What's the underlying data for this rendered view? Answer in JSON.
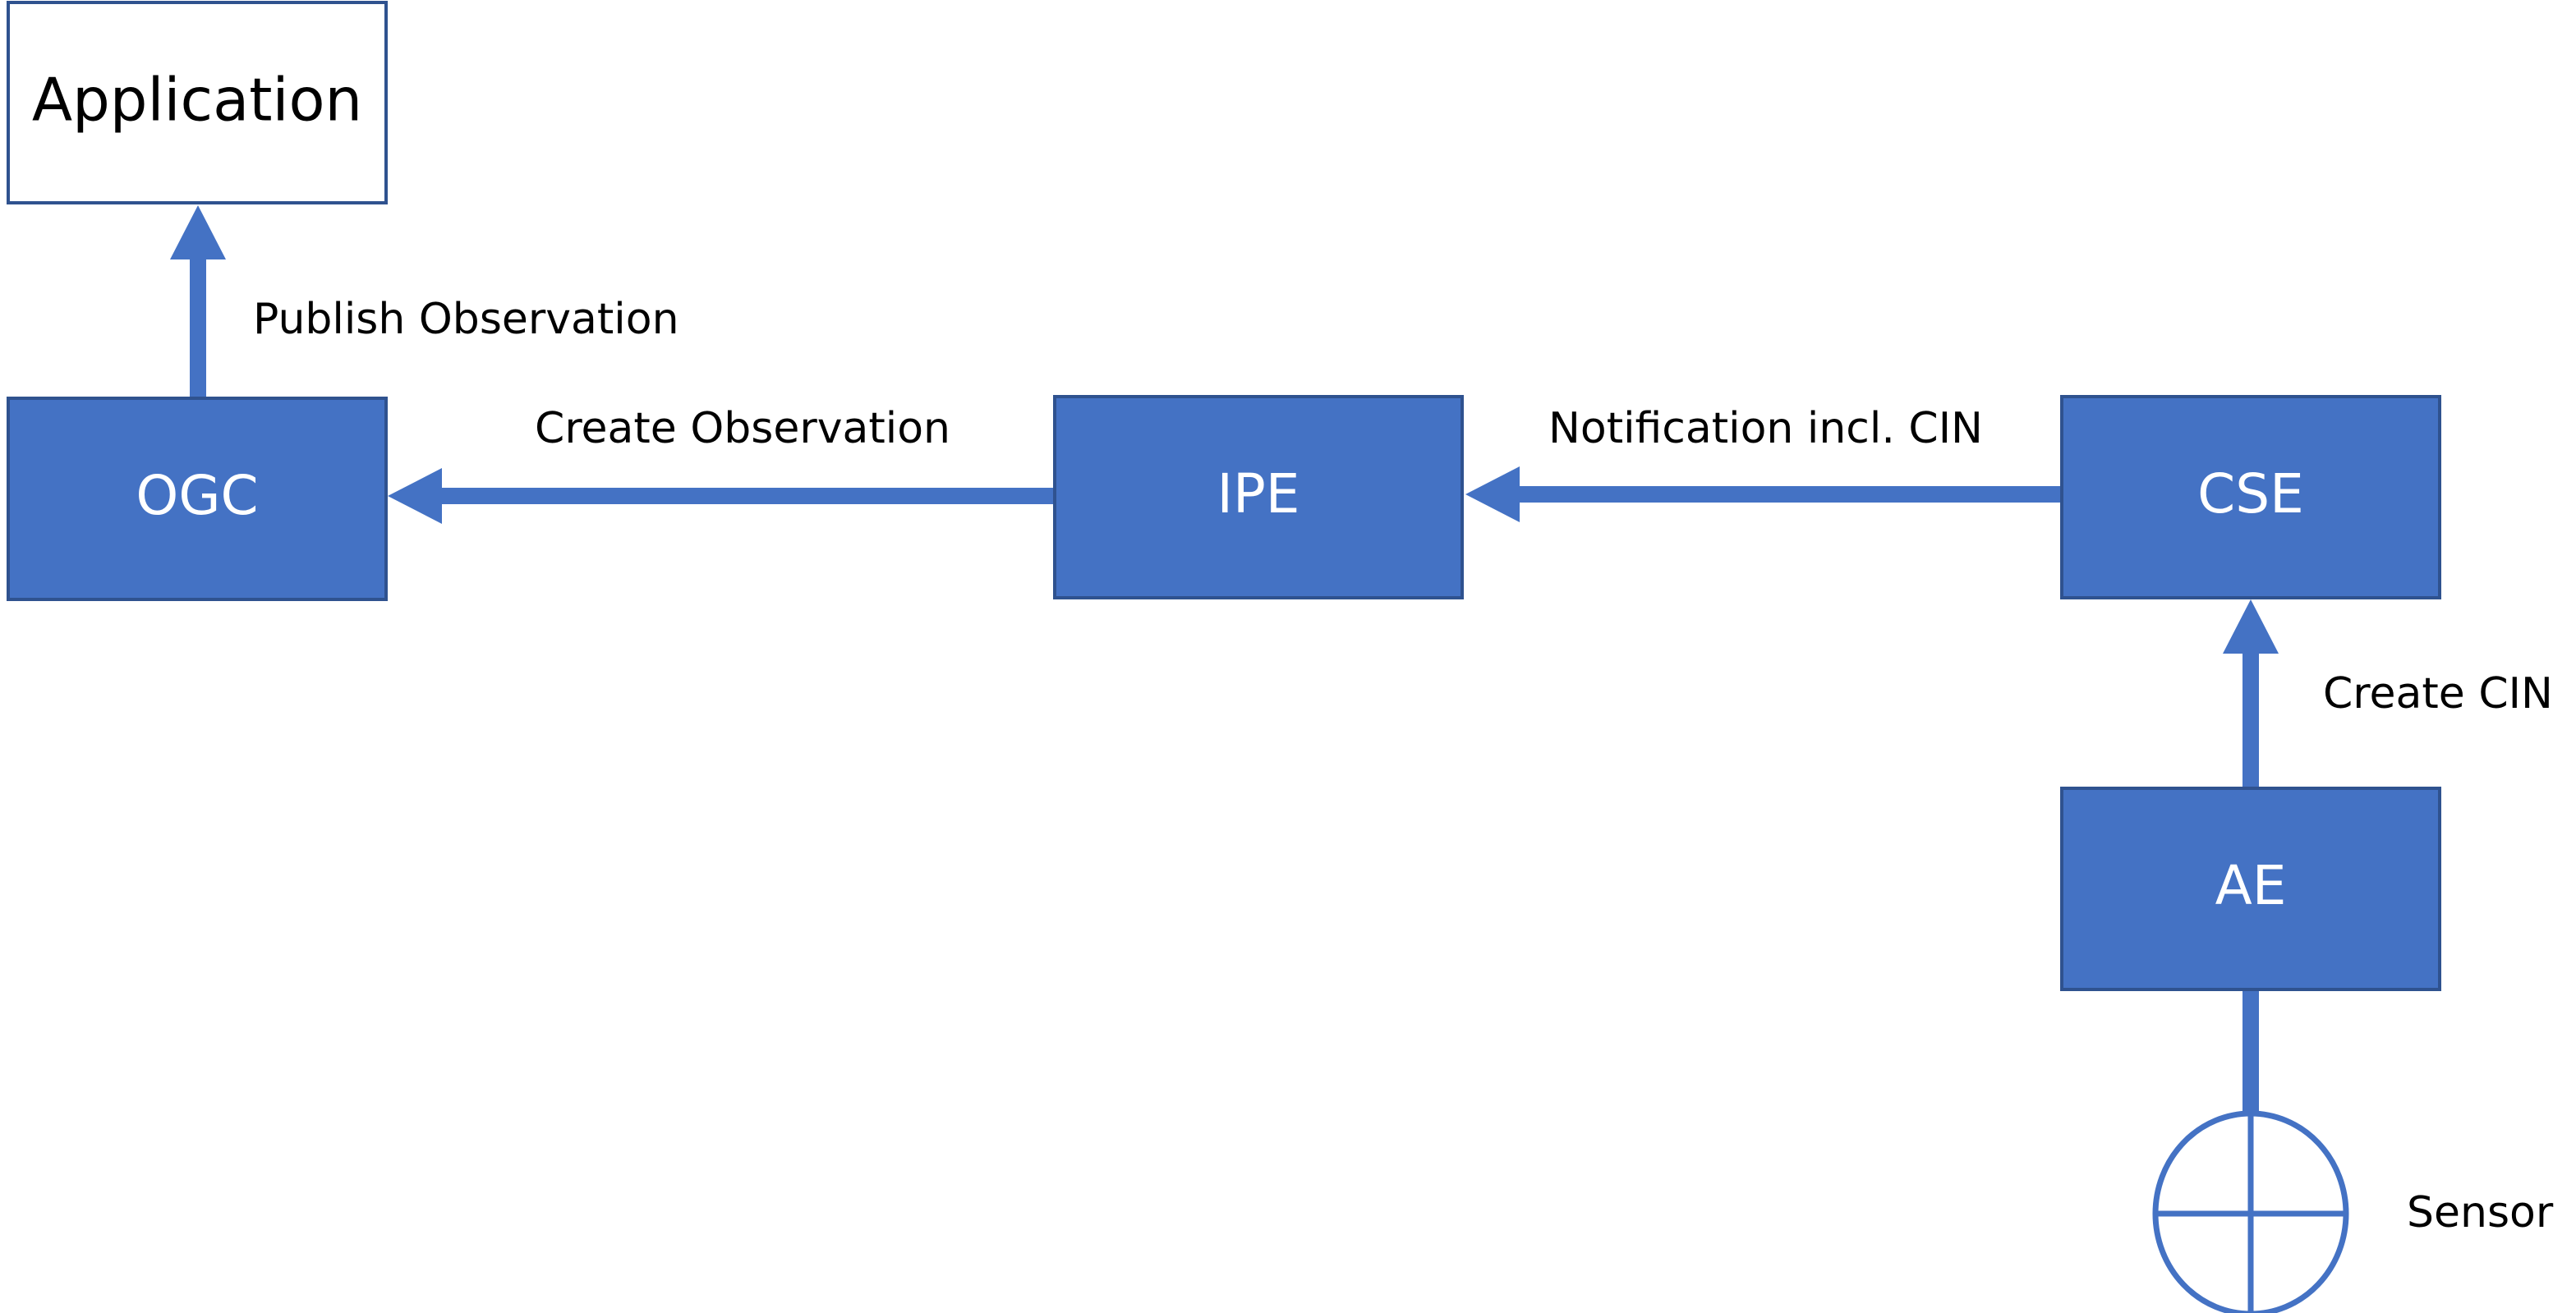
{
  "colors": {
    "box_fill": "#4472C4",
    "box_stroke": "#2F528F",
    "arrow": "#4472C4",
    "text_dark": "#000000",
    "text_light": "#FFFFFF"
  },
  "nodes": {
    "application": "Application",
    "ogc": "OGC",
    "ipe": "IPE",
    "cse": "CSE",
    "ae": "AE",
    "sensor": "Sensor"
  },
  "edges": {
    "publish_observation": "Publish Observation",
    "create_observation": "Create Observation",
    "notification": "Notification incl. CIN",
    "create_cin": "Create CIN"
  }
}
